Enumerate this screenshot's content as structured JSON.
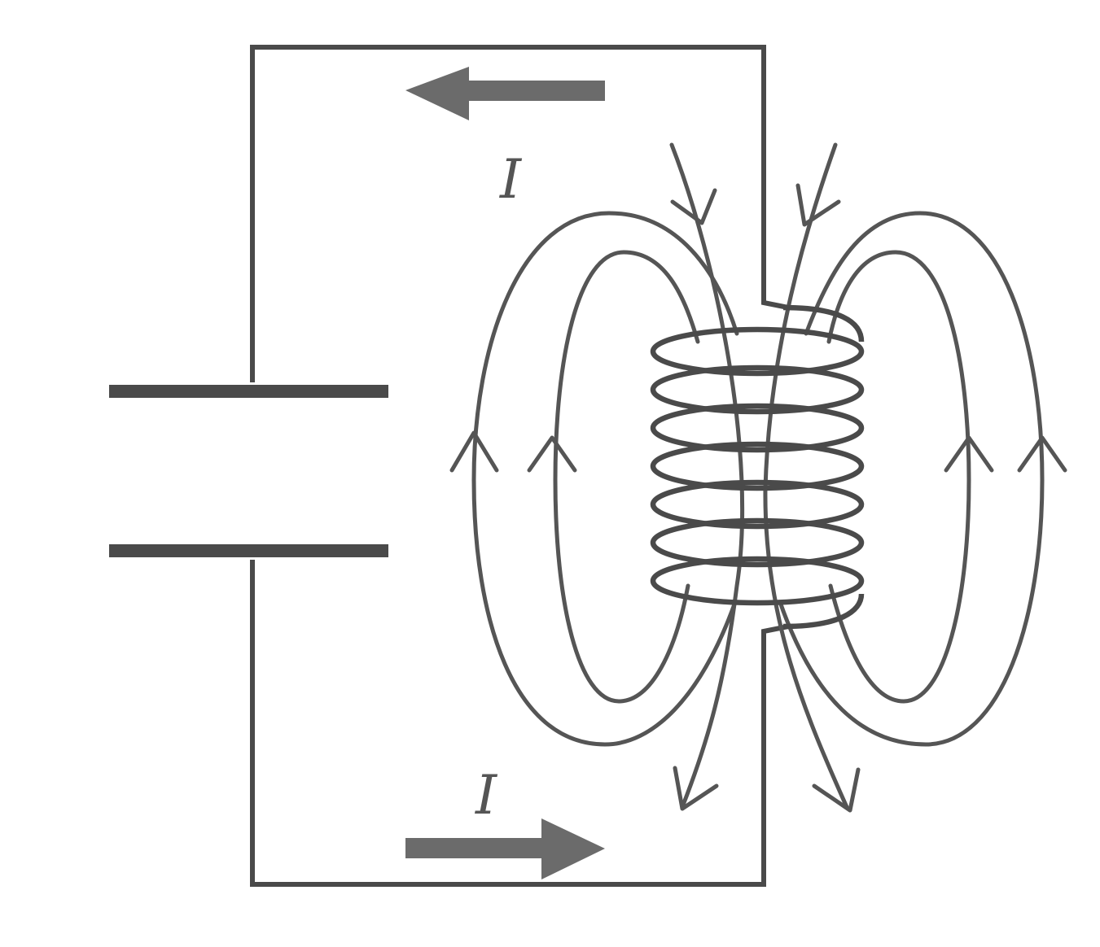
{
  "colors": {
    "wire": "#4a4a4a",
    "field": "#555555",
    "arrow": "#6b6b6b",
    "label": "#555555",
    "background": "#ffffff"
  },
  "labels": {
    "current_top": "I",
    "current_bottom": "I"
  },
  "coil": {
    "turns": 7
  }
}
